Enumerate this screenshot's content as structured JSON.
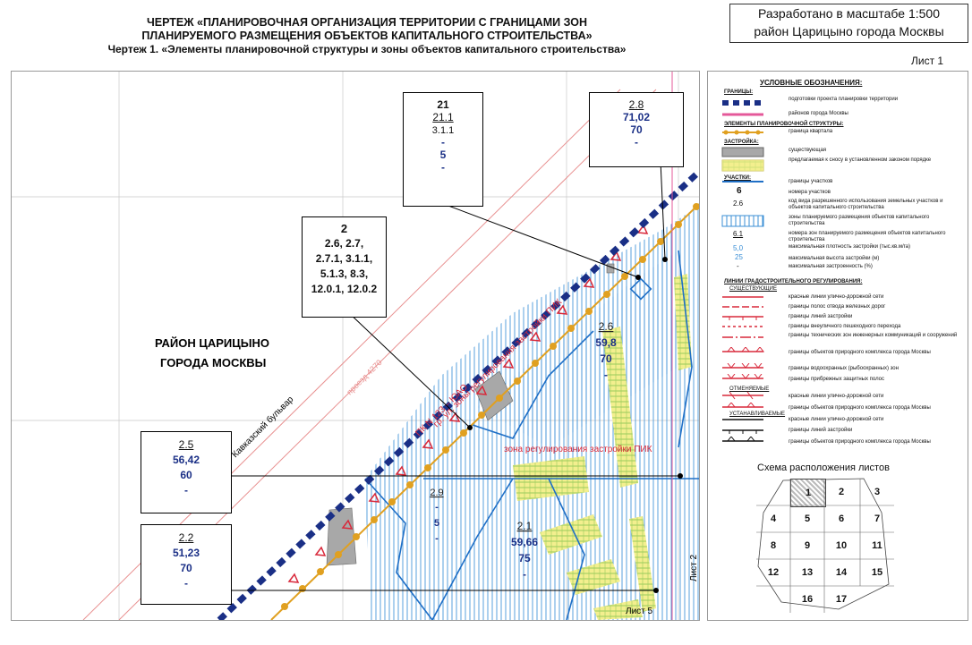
{
  "header": {
    "line1": "ЧЕРТЕЖ «ПЛАНИРОВОЧНАЯ ОРГАНИЗАЦИЯ ТЕРРИТОРИИ С ГРАНИЦАМИ ЗОН",
    "line2": "ПЛАНИРУЕМОГО РАЗМЕЩЕНИЯ ОБЪЕКТОВ КАПИТАЛЬНОГО СТРОИТЕЛЬСТВА»",
    "line3": "Чертеж 1. «Элементы планировочной структуры и зоны объектов капитального строительства»"
  },
  "scale_box": {
    "line1": "Разработано в масштабе 1:500",
    "line2": "район Царицыно города Москвы"
  },
  "sheet_label": "Лист 1",
  "map": {
    "district_label_line1": "РАЙОН ЦАРИЦЫНО",
    "district_label_line2": "ГОРОДА МОСКВЫ",
    "street_label": "Кавказский бульвар",
    "proezd_label": "проезд 4270",
    "pk_label": "ПК N 123 – ЮАО",
    "zone_reg_label": "гр. ул. зоны регулирования застройки ПИК",
    "zone_reg_label2": "зона регулирования застройки ПИК",
    "sheet2_label": "Лист 2",
    "sheet5_label": "Лист 5",
    "zone_2_6": {
      "num": "2.6",
      "density": "59,8",
      "height": "70",
      "pct": "-"
    },
    "zone_2_9": {
      "num": "2.9",
      "density": "-",
      "height": "5",
      "pct": "-"
    },
    "zone_2_1": {
      "num": "2.1",
      "density": "59,66",
      "height": "75",
      "pct": "-"
    }
  },
  "callouts": {
    "c21": {
      "top": "21",
      "code": "21.1",
      "v1": "3.1.1",
      "v2": "-",
      "v3": "5",
      "v4": "-"
    },
    "c28": {
      "code": "2.8",
      "density": "71,02",
      "height": "70",
      "pct": "-"
    },
    "c2": {
      "top": "2",
      "l1": "2.6, 2.7,",
      "l2": "2.7.1, 3.1.1,",
      "l3": "5.1.3, 8.3,",
      "l4": "12.0.1, 12.0.2"
    },
    "c25": {
      "code": "2.5",
      "density": "56,42",
      "height": "60",
      "pct": "-"
    },
    "c22": {
      "code": "2.2",
      "density": "51,23",
      "height": "70",
      "pct": "-"
    }
  },
  "legend": {
    "title": "УСЛОВНЫЕ ОБОЗНАЧЕНИЯ:",
    "h_borders": "ГРАНИЦЫ:",
    "b1": "подготовки проекта планировки территории",
    "b2": "районов города Москвы",
    "h_elements": "ЭЛЕМЕНТЫ ПЛАНИРОВОЧНОЙ СТРУКТУРЫ:",
    "e1": "граница квартала",
    "h_build": "ЗАСТРОЙКА:",
    "z1": "существующая",
    "z2": "предлагаемая к сносу в установленном законом порядке",
    "h_plots": "УЧАСТКИ:",
    "u1": "границы участков",
    "u_num_sym": "6",
    "u2": "номера участков",
    "u_code_sym": "2.6",
    "u3": "код вида разрешенного использования земельных участков и объектов капитального строительства",
    "u4": "зоны планируемого размещения объектов капитального строительства",
    "u_zone_sym": "6.1",
    "u5": "номера зон планируемого размещения объектов капитального строительства",
    "u_dens_sym": "5,0",
    "u6": "максимальная плотность застройки (тыс.кв.м/га)",
    "u_h_sym": "25",
    "u7": "максимальная высота застройки (м)",
    "u_p_sym": "-",
    "u8": "максимальная застроенность (%)",
    "h_lines": "ЛИНИИ ГРАДОСТРОИТЕЛЬНОГО РЕГУЛИРОВАНИЯ:",
    "h_exist": "СУЩЕСТВУЮЩИЕ",
    "l1": "красные линии улично-дорожной сети",
    "l2": "границы полос отвода железных дорог",
    "l3": "границы линий застройки",
    "l4": "границы внеуличного пешеходного перехода",
    "l5": "границы технических зон инженерных коммуникаций и сооружений",
    "l6": "границы объектов природного комплекса города Москвы",
    "l7": "границы водоохранных (рыбоохранных) зон",
    "l8": "границы прибрежных защитных полос",
    "h_cancel": "ОТМЕНЯЕМЫЕ",
    "l9": "красные линии улично-дорожной сети",
    "l10": "границы объектов природного комплекса города Москвы",
    "h_set": "УСТАНАВЛИВАЕМЫЕ",
    "l11": "красные линии улично-дорожной сети",
    "l12": "границы линий застройки",
    "l13": "границы объектов природного комплекса города Москвы"
  },
  "scheme": {
    "title": "Схема расположения листов",
    "cells": [
      "1",
      "2",
      "3",
      "4",
      "5",
      "6",
      "7",
      "8",
      "9",
      "10",
      "11",
      "12",
      "13",
      "14",
      "15",
      "16",
      "17"
    ]
  },
  "colors": {
    "navy": "#1a2f86",
    "red": "#d8283a",
    "blue_hatch": "#3b8fd6",
    "orange": "#e0a020",
    "yellow": "#e8e26a",
    "pink": "#e4589a"
  }
}
